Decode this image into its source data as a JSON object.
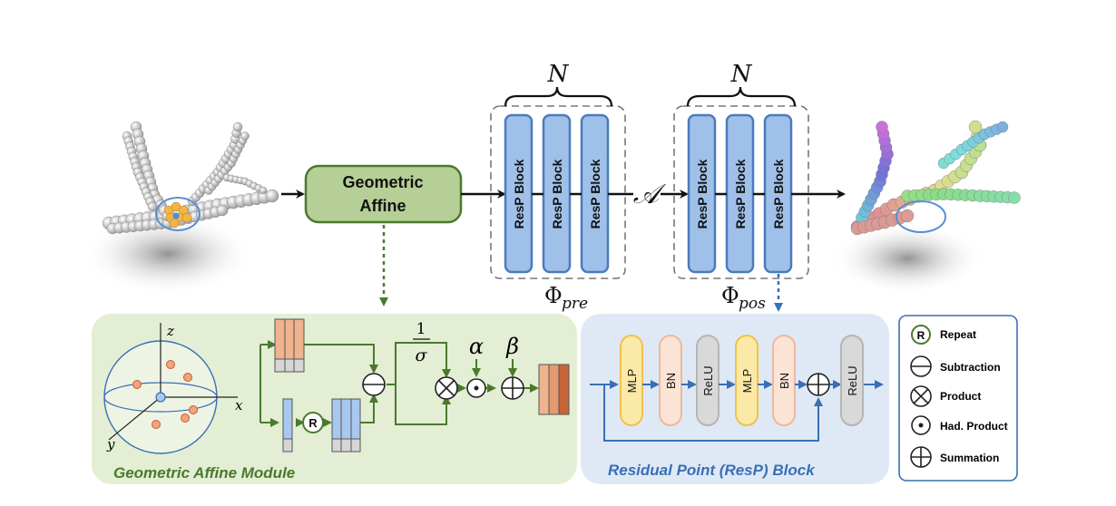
{
  "top": {
    "geometric_affine": [
      "Geometric",
      "Affine"
    ],
    "resp_block": "ResP Block",
    "n_label": "N",
    "a_symbol": "𝒜",
    "phi_pre": {
      "symbol": "Φ",
      "sub": "pre"
    },
    "phi_pos": {
      "symbol": "Φ",
      "sub": "pos"
    }
  },
  "gam": {
    "title": "Geometric Affine Module",
    "axes": {
      "x": "x",
      "y": "y",
      "z": "z"
    },
    "repeat_symbol": "R",
    "one": "1",
    "sigma": "σ",
    "alpha": "α",
    "beta": "β"
  },
  "resp": {
    "title": "Residual Point (ResP) Block",
    "layers": [
      "MLP",
      "BN",
      "ReLU",
      "MLP",
      "BN",
      "ReLU"
    ]
  },
  "legend": {
    "items": [
      {
        "icon": "repeat-icon",
        "label": "Repeat"
      },
      {
        "icon": "subtraction-icon",
        "label": "Subtraction"
      },
      {
        "icon": "product-icon",
        "label": "Product"
      },
      {
        "icon": "hadamard-product-icon",
        "label": "Had. Product"
      },
      {
        "icon": "summation-icon",
        "label": "Summation"
      }
    ]
  },
  "colors": {
    "green_dark": "#4a7a2c",
    "green_box": "#b5cf96",
    "green_panel": "#e3eed4",
    "blue_block": "#9fc0e8",
    "blue_border": "#4a7bbd",
    "blue_panel": "#dfe9f5",
    "mlp": "#fbe9a8",
    "bn": "#fbe3d6",
    "relu": "#d9d9d9",
    "orange": "#efb38e"
  }
}
